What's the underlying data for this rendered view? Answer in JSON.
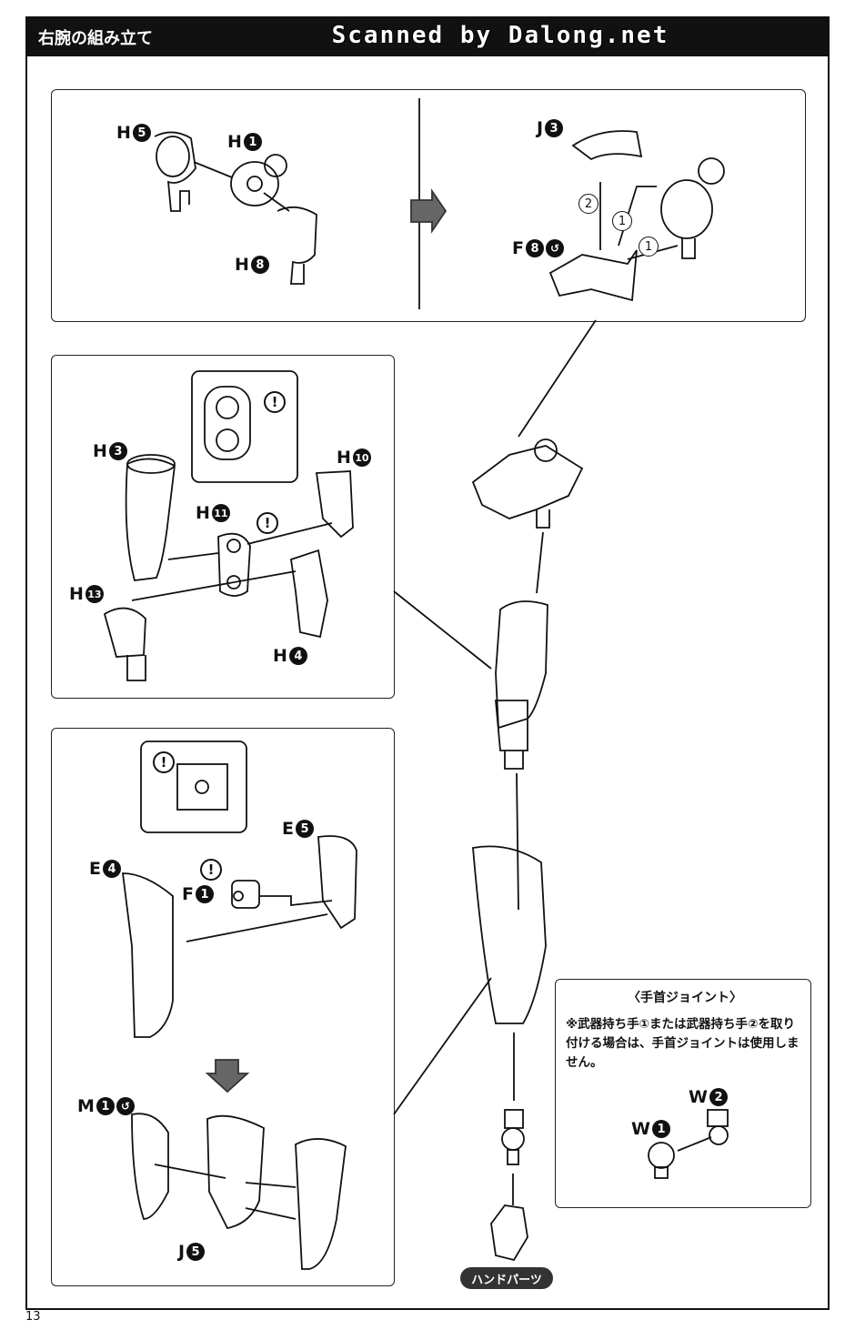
{
  "header": {
    "title": "右腕の組み立て",
    "scan_credit": "Scanned by Dalong.net"
  },
  "parts": {
    "h5": {
      "letter": "H",
      "num": "5"
    },
    "h1": {
      "letter": "H",
      "num": "1"
    },
    "h8": {
      "letter": "H",
      "num": "8"
    },
    "j3": {
      "letter": "J",
      "num": "3"
    },
    "f8": {
      "letter": "F",
      "num": "8"
    },
    "h3": {
      "letter": "H",
      "num": "3"
    },
    "h10": {
      "letter": "H",
      "num": "10"
    },
    "h11": {
      "letter": "H",
      "num": "11"
    },
    "h13": {
      "letter": "H",
      "num": "13"
    },
    "h4": {
      "letter": "H",
      "num": "4"
    },
    "e5": {
      "letter": "E",
      "num": "5"
    },
    "e4": {
      "letter": "E",
      "num": "4"
    },
    "f1": {
      "letter": "F",
      "num": "1"
    },
    "m1": {
      "letter": "M",
      "num": "1"
    },
    "j5": {
      "letter": "J",
      "num": "5"
    },
    "w2": {
      "letter": "W",
      "num": "2"
    },
    "w1": {
      "letter": "W",
      "num": "1"
    }
  },
  "steps": {
    "one": "1",
    "two": "2"
  },
  "caution": "!",
  "hand_parts_label": "ハンドパーツ",
  "wrist_note": {
    "title": "〈手首ジョイント〉",
    "text": "※武器持ち手①または武器持ち手②を取り付ける場合は、手首ジョイントは使用しません。"
  },
  "page_number": "13"
}
